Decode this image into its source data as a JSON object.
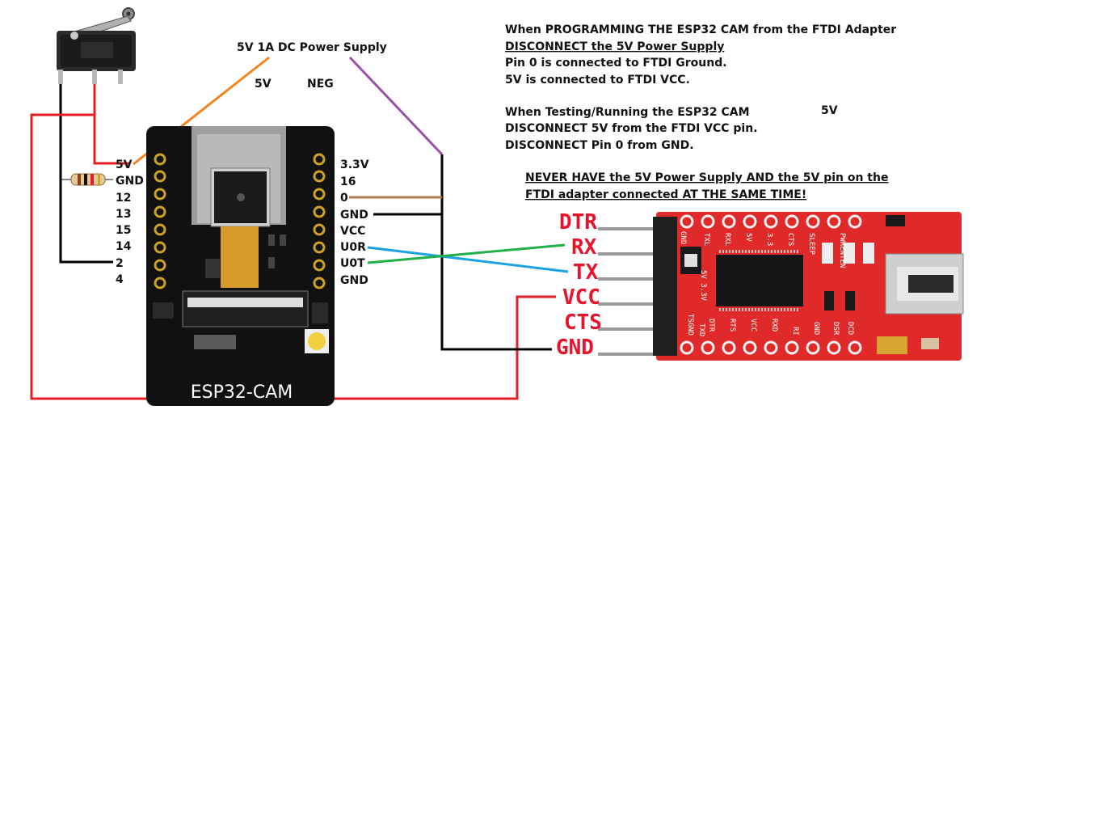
{
  "power_supply": {
    "title": "5V 1A DC Power Supply",
    "plus_label": "5V",
    "neg_label": "NEG"
  },
  "esp32": {
    "board_label": "ESP32-CAM",
    "left_pins": [
      "5V",
      "GND",
      "12",
      "13",
      "15",
      "14",
      "2",
      "4"
    ],
    "right_pins": [
      "3.3V",
      "16",
      "0",
      "GND",
      "VCC",
      "U0R",
      "U0T",
      "GND"
    ]
  },
  "notes": {
    "programming": {
      "heading": "When PROGRAMMING THE ESP32 CAM from the FTDI Adapter",
      "line1": "DISCONNECT the 5V Power Supply",
      "line2": "Pin 0 is connected to FTDI Ground.",
      "line3": "5V is connected to FTDI VCC."
    },
    "testing": {
      "heading": "When Testing/Running the ESP32 CAM",
      "aside": "5V",
      "line1": "DISCONNECT 5V from the FTDI VCC pin.",
      "line2": "DISCONNECT Pin 0 from GND."
    },
    "warning": {
      "line1": "NEVER HAVE the 5V Power Supply AND the 5V  pin on the",
      "line2": "FTDI adapter connected AT THE SAME TIME!"
    }
  },
  "ftdi": {
    "pins": [
      "DTR",
      "RX",
      "TX",
      "VCC",
      "CTS",
      "GND"
    ],
    "top_silk": [
      "GND",
      "TXL",
      "RXL",
      "5V",
      "3.3",
      "CTS",
      "SLEEP",
      "PWRENTEN"
    ],
    "bottom_silk": [
      "TSGND",
      "TXD",
      "DTR",
      "RTS",
      "VCC",
      "RXD",
      "RI",
      "GND",
      "DCD",
      "DSR"
    ],
    "jumper_label": "5V 3.3V"
  },
  "colors": {
    "red_wire": "#e41e26",
    "black_wire": "#000000",
    "orange_wire": "#f58220",
    "purple_wire": "#9b4fa8",
    "brown_wire": "#b07a52",
    "blue_wire": "#1aa3e0",
    "green_wire": "#22b04b",
    "ftdi_board": "#e02a2a",
    "esp_board": "#111111"
  }
}
